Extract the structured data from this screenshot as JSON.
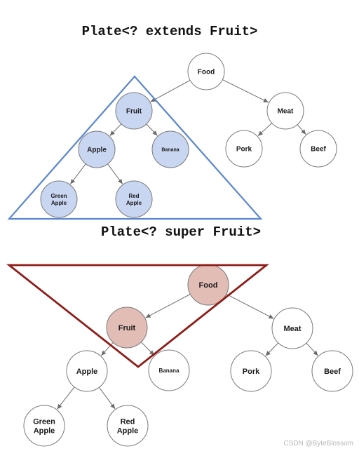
{
  "titles": {
    "top": "Plate<? extends Fruit>",
    "bottom": "Plate<? super Fruit>"
  },
  "colors": {
    "extends_highlight_fill": "#c9d6f2",
    "extends_triangle": "#5b86cf",
    "super_highlight_fill": "#e2bdb6",
    "super_triangle": "#8e1c18",
    "node_stroke": "#7a7a7a",
    "edge": "#6b6b6b"
  },
  "trees": [
    {
      "id": "extends",
      "highlight": "extends",
      "nodes": [
        {
          "id": "food",
          "lines": [
            "Food"
          ],
          "highlighted": false
        },
        {
          "id": "fruit",
          "lines": [
            "Fruit"
          ],
          "highlighted": true
        },
        {
          "id": "meat",
          "lines": [
            "Meat"
          ],
          "highlighted": false
        },
        {
          "id": "apple",
          "lines": [
            "Apple"
          ],
          "highlighted": true
        },
        {
          "id": "banana",
          "lines": [
            "Banana"
          ],
          "highlighted": true
        },
        {
          "id": "pork",
          "lines": [
            "Pork"
          ],
          "highlighted": false
        },
        {
          "id": "beef",
          "lines": [
            "Beef"
          ],
          "highlighted": false
        },
        {
          "id": "green-apple",
          "lines": [
            "Green",
            "Apple"
          ],
          "highlighted": true
        },
        {
          "id": "red-apple",
          "lines": [
            "Red",
            "Apple"
          ],
          "highlighted": true
        }
      ],
      "edges": [
        [
          "food",
          "fruit"
        ],
        [
          "food",
          "meat"
        ],
        [
          "fruit",
          "apple"
        ],
        [
          "fruit",
          "banana"
        ],
        [
          "meat",
          "pork"
        ],
        [
          "meat",
          "beef"
        ],
        [
          "apple",
          "green-apple"
        ],
        [
          "apple",
          "red-apple"
        ]
      ]
    },
    {
      "id": "super",
      "highlight": "super",
      "nodes": [
        {
          "id": "food",
          "lines": [
            "Food"
          ],
          "highlighted": true
        },
        {
          "id": "fruit",
          "lines": [
            "Fruit"
          ],
          "highlighted": true
        },
        {
          "id": "meat",
          "lines": [
            "Meat"
          ],
          "highlighted": false
        },
        {
          "id": "apple",
          "lines": [
            "Apple"
          ],
          "highlighted": false
        },
        {
          "id": "banana",
          "lines": [
            "Banana"
          ],
          "highlighted": false
        },
        {
          "id": "pork",
          "lines": [
            "Pork"
          ],
          "highlighted": false
        },
        {
          "id": "beef",
          "lines": [
            "Beef"
          ],
          "highlighted": false
        },
        {
          "id": "green-apple",
          "lines": [
            "Green",
            "Apple"
          ],
          "highlighted": false
        },
        {
          "id": "red-apple",
          "lines": [
            "Red",
            "Apple"
          ],
          "highlighted": false
        }
      ],
      "edges": [
        [
          "food",
          "fruit"
        ],
        [
          "food",
          "meat"
        ],
        [
          "fruit",
          "apple"
        ],
        [
          "fruit",
          "banana"
        ],
        [
          "meat",
          "pork"
        ],
        [
          "meat",
          "beef"
        ],
        [
          "apple",
          "green-apple"
        ],
        [
          "apple",
          "red-apple"
        ]
      ]
    }
  ],
  "watermark": "CSDN @ByteBlossom"
}
